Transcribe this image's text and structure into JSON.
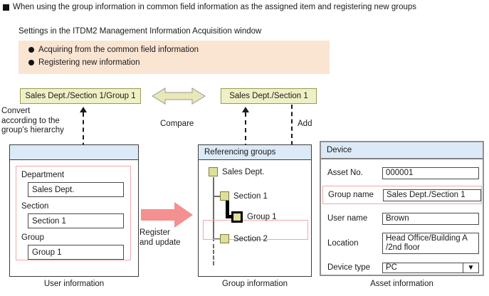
{
  "heading": "When using the group information in common field information as the assigned item and registering new groups",
  "settings": {
    "label": "Settings in the ITDM2 Management Information Acquisition window",
    "items": [
      "Acquiring from the common field information",
      "Registering new information"
    ]
  },
  "chips": {
    "left": "Sales Dept./Section 1/Group 1",
    "right": "Sales Dept./Section 1"
  },
  "annotations": {
    "convert": "Convert\naccording to the\ngroup's hierarchy",
    "convert_line1": "Convert",
    "convert_line2": "according to the",
    "convert_line3": "group's hierarchy",
    "compare": "Compare",
    "add": "Add",
    "register_line1": "Register",
    "register_line2": "and update"
  },
  "user_panel": {
    "caption": "User information",
    "fields": [
      {
        "label": "Department",
        "value": "Sales Dept."
      },
      {
        "label": "Section",
        "value": "Section 1"
      },
      {
        "label": "Group",
        "value": "Group 1"
      }
    ]
  },
  "group_panel": {
    "header": "Referencing groups",
    "caption": "Group information",
    "tree": [
      {
        "label": "Sales Dept.",
        "level": 0,
        "selected": false
      },
      {
        "label": "Section 1",
        "level": 1,
        "selected": false
      },
      {
        "label": "Group 1",
        "level": 2,
        "selected": true
      },
      {
        "label": "Section 2",
        "level": 1,
        "selected": false
      }
    ]
  },
  "asset_panel": {
    "header": "Device",
    "caption": "Asset information",
    "fields": [
      {
        "label": "Asset No.",
        "value": "000001"
      },
      {
        "label": "Group name",
        "value": "Sales Dept./Section 1"
      },
      {
        "label": "User name",
        "value": "Brown"
      },
      {
        "label": "Location",
        "value": "Head Office/Building A\n/2nd floor"
      },
      {
        "label": "Device type",
        "value": "PC"
      }
    ],
    "dropdown_glyph": "▼"
  },
  "colors": {
    "chip_fill": "#f0f0c6",
    "chip_border": "#9a9a52",
    "settings_fill": "#fae5d3",
    "panel_header": "#dceaf7",
    "highlight_border": "#f4a7a7",
    "register_arrow": "#f4908f",
    "compare_arrow_fill": "#e8e8b8",
    "tree_node_fill": "#dedf9b"
  },
  "icons": {
    "heading_bullet": "black-square-bullet-icon",
    "list_bullet": "black-disc-bullet-icon",
    "compare_arrow": "double-headed-arrow-icon",
    "register_arrow": "right-arrow-icon",
    "dropdown": "chevron-down-icon"
  }
}
